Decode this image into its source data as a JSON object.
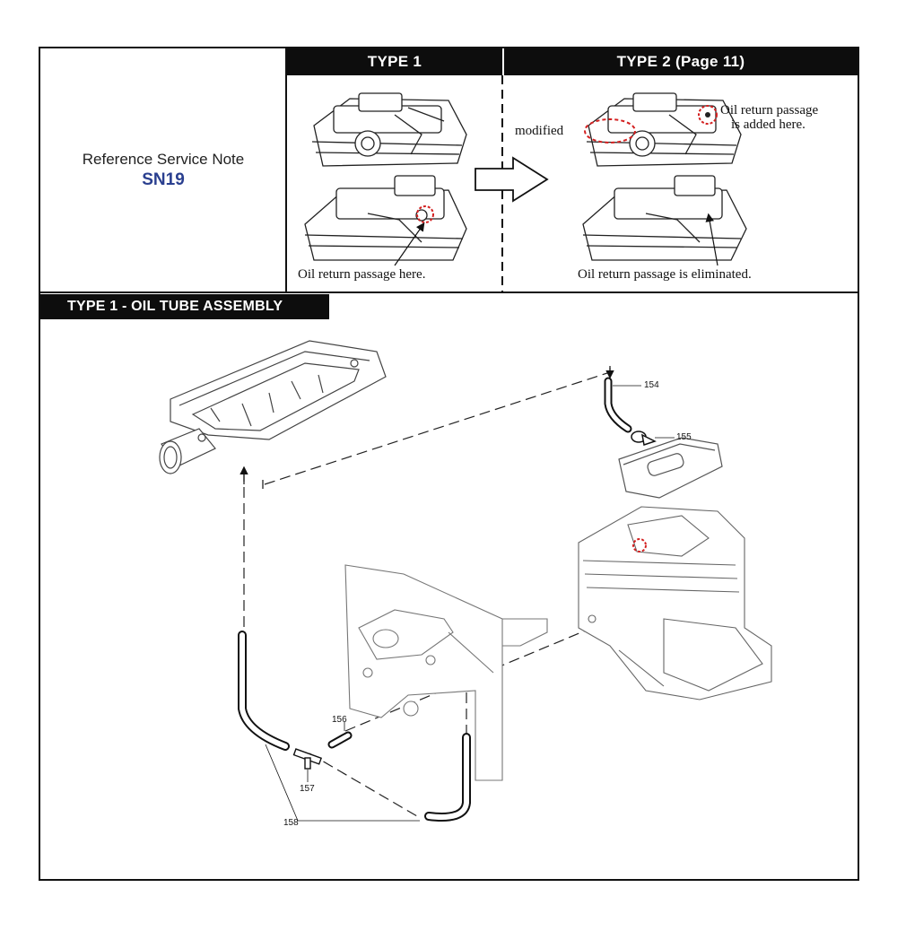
{
  "reference": {
    "title": "Reference Service Note",
    "code": "SN19"
  },
  "type1": {
    "header": "TYPE 1",
    "caption": "Oil return passage here."
  },
  "type2": {
    "header": "TYPE 2  (Page 11)",
    "modified_label": "modified",
    "added_label_line1": "Oil return passage",
    "added_label_line2": "is added here.",
    "caption": "Oil return passage is eliminated."
  },
  "assembly": {
    "header": "TYPE 1 - OIL TUBE ASSEMBLY",
    "callouts": {
      "p154": "154",
      "p155": "155",
      "p156": "156",
      "p157": "157",
      "p158": "158"
    }
  }
}
